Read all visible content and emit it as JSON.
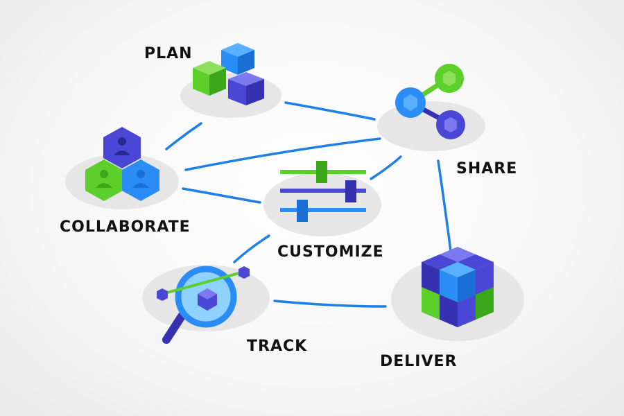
{
  "nodes": {
    "plan": {
      "label": "PLAN"
    },
    "share": {
      "label": "SHARE"
    },
    "collaborate": {
      "label": "COLLABORATE"
    },
    "customize": {
      "label": "CUSTOMIZE"
    },
    "track": {
      "label": "TRACK"
    },
    "deliver": {
      "label": "DELIVER"
    }
  },
  "colors": {
    "link": "#1e7fe6",
    "green": "#5ccf2a",
    "blue": "#2a8df5",
    "indigo": "#4b47d6",
    "platform": "#e6e6e6"
  },
  "icons": {
    "plan": "cubes-icon",
    "share": "share-nodes-icon",
    "collaborate": "team-hexagons-icon",
    "customize": "sliders-icon",
    "track": "magnifier-icon",
    "deliver": "rubiks-cube-icon"
  }
}
